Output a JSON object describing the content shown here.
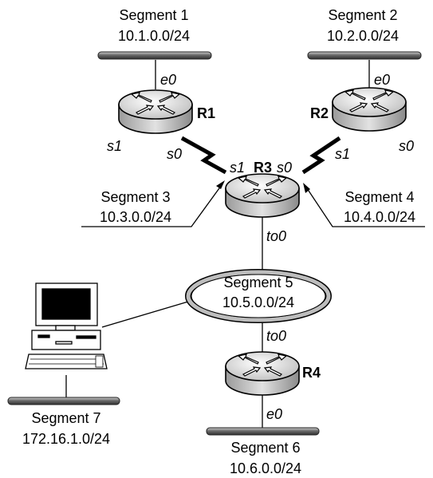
{
  "segments": {
    "s1": {
      "name": "Segment 1",
      "net": "10.1.0.0/24"
    },
    "s2": {
      "name": "Segment 2",
      "net": "10.2.0.0/24"
    },
    "s3": {
      "name": "Segment 3",
      "net": "10.3.0.0/24"
    },
    "s4": {
      "name": "Segment 4",
      "net": "10.4.0.0/24"
    },
    "s5": {
      "name": "Segment 5",
      "net": "10.5.0.0/24"
    },
    "s6": {
      "name": "Segment 6",
      "net": "10.6.0.0/24"
    },
    "s7": {
      "name": "Segment 7",
      "net": "172.16.1.0/24"
    }
  },
  "routers": {
    "r1": {
      "name": "R1",
      "e0": "e0",
      "s1": "s1",
      "s0": "s0"
    },
    "r2": {
      "name": "R2",
      "e0": "e0",
      "s1": "s1",
      "s0": "s0"
    },
    "r3": {
      "name": "R3",
      "s1": "s1",
      "s0": "s0",
      "to0": "to0"
    },
    "r4": {
      "name": "R4",
      "to0": "to0",
      "e0": "e0"
    }
  }
}
